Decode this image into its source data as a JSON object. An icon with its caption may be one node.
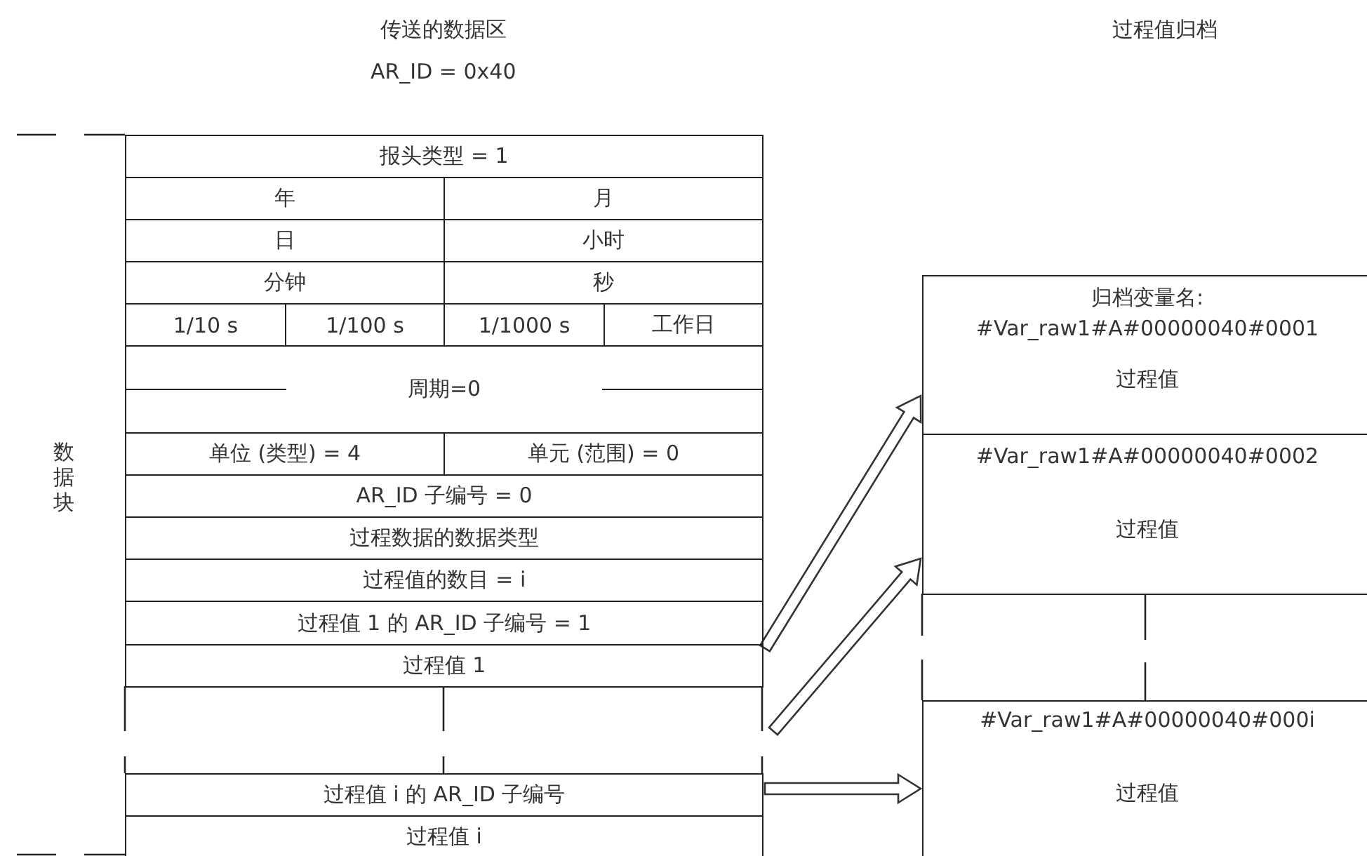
{
  "diagram": {
    "nodes": [
      {
        "text": [
          "报头类型 = 1"
        ]
      },
      {
        "text": [
          "年"
        ]
      },
      {
        "text": [
          "月"
        ]
      },
      {
        "text": [
          "日"
        ]
      },
      {
        "text": [
          "小时"
        ]
      },
      {
        "text": [
          "分钟"
        ]
      },
      {
        "text": [
          "秒"
        ]
      },
      {
        "text": [
          "1/10 s"
        ]
      },
      {
        "text": [
          "1/100 s"
        ]
      },
      {
        "text": [
          "1/1000 s"
        ]
      },
      {
        "text": [
          "工作日"
        ]
      },
      {
        "text": [
          "周期=0"
        ]
      },
      {
        "text": [
          "单位 (类型) = 4"
        ]
      },
      {
        "text": [
          "单元 (范围) = 0"
        ]
      },
      {
        "text": [
          "AR_ID 子编号 = 0"
        ]
      },
      {
        "text": [
          "过程数据的数据类型"
        ]
      },
      {
        "text": [
          "过程值的数目 = i"
        ]
      },
      {
        "text": [
          "过程值 1 的 AR_ID 子编号 = 1"
        ]
      },
      {
        "text": [
          "过程值 1"
        ]
      },
      {
        "text": [
          "过程值 i 的 AR_ID 子编号"
        ]
      },
      {
        "text": [
          "过程值 i"
        ]
      },
      {
        "text": [
          "归档变量名: #Var_raw1#A#00000040#0001",
          "过程值"
        ]
      },
      {
        "text": [
          "#Var_raw1#A#00000040#0002",
          "过程值"
        ]
      },
      {
        "text": [
          "#Var_raw1#A#00000040#000i",
          "过程值"
        ]
      }
    ],
    "edges": [
      {
        "from": 18,
        "to": 21,
        "arrow": "to"
      },
      {
        "from": null,
        "to": 22,
        "arrow": "to"
      },
      {
        "from": 19,
        "to": 23,
        "arrow": "to"
      }
    ],
    "labels": [
      "传送的数据区",
      "AR_ID = 0x40",
      "过程值归档",
      "数据块"
    ]
  }
}
